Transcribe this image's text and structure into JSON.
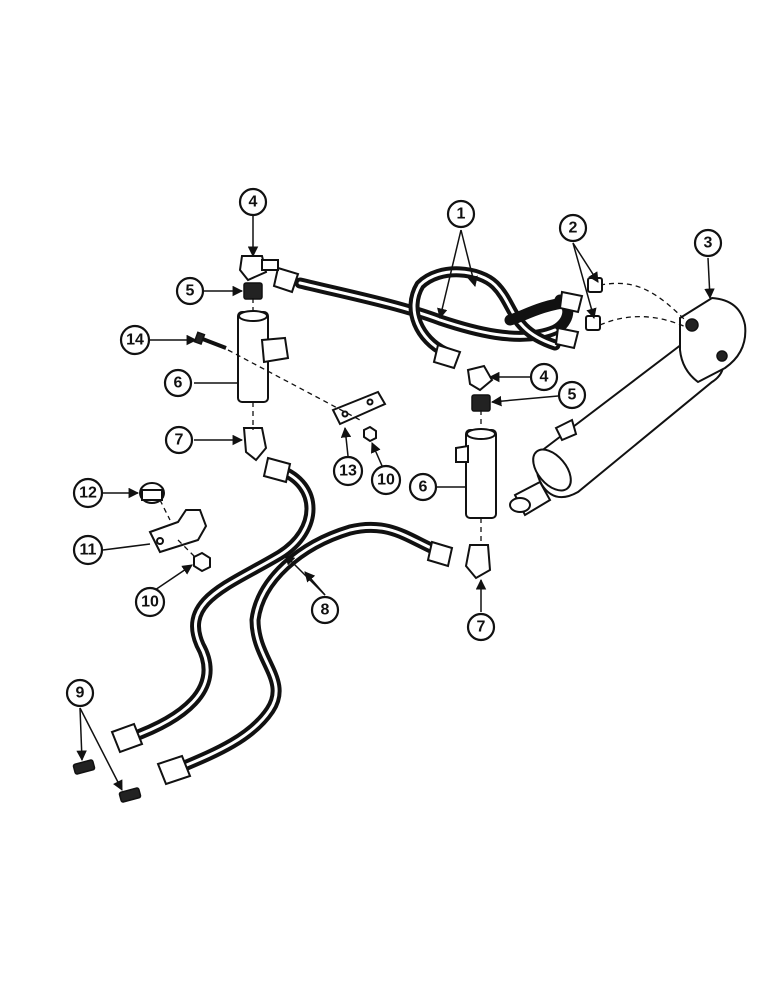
{
  "callouts": {
    "c1": "1",
    "c2": "2",
    "c3": "3",
    "c4a": "4",
    "c4b": "4",
    "c5a": "5",
    "c5b": "5",
    "c6a": "6",
    "c6b": "6",
    "c7a": "7",
    "c7b": "7",
    "c8": "8",
    "c9": "9",
    "c10a": "10",
    "c10b": "10",
    "c11": "11",
    "c12": "12",
    "c13": "13",
    "c14": "14"
  },
  "colors": {
    "ink": "#111111",
    "paper": "#ffffff"
  }
}
